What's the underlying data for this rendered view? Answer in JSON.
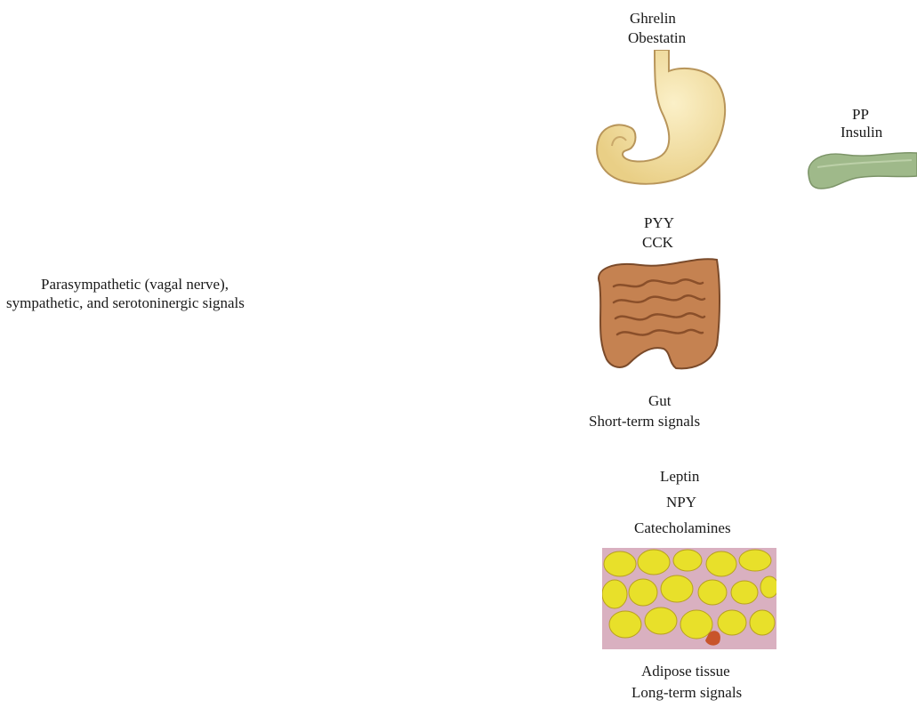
{
  "stomach": {
    "line1": "Ghrelin",
    "line2": "Obestatin"
  },
  "pancreas": {
    "line1": "PP",
    "line2": "Insulin"
  },
  "intestine": {
    "hormone1": "PYY",
    "hormone2": "CCK",
    "organ": "Gut",
    "signal_type": "Short-term signals"
  },
  "neural": {
    "line1": "Parasympathetic (vagal nerve),",
    "line2": "sympathetic, and serotoninergic signals"
  },
  "adipose": {
    "hormone1": "Leptin",
    "hormone2": "NPY",
    "hormone3": "Catecholamines",
    "organ": "Adipose tissue",
    "signal_type": "Long-term signals"
  },
  "colors": {
    "stomach": "#f3e1a6",
    "pancreas": "#9fb98a",
    "intestine": "#b8734a",
    "adipocyte": "#e8e02a",
    "stroma": "#d9b0c0"
  }
}
